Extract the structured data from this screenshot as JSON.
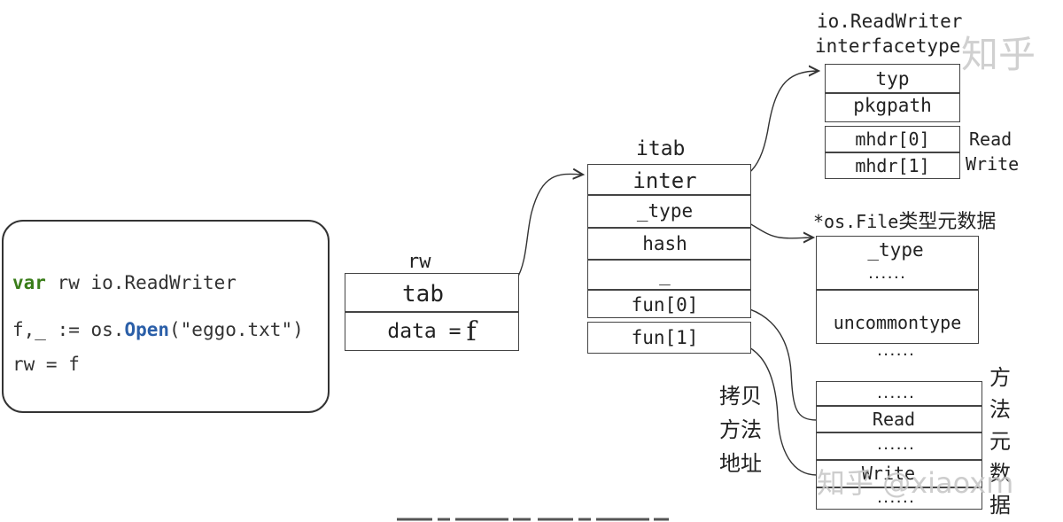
{
  "code": {
    "line1_kw": "var",
    "line1_rest": " rw io.ReadWriter",
    "line2_pre": "f,_ := os.",
    "line2_fn": "Open",
    "line2_post": "(\"eggo.txt\")",
    "line3": "rw = f"
  },
  "rw": {
    "title": "rw",
    "tab": "tab",
    "data_label": "data =",
    "data_value": "f"
  },
  "itab": {
    "title": "itab",
    "fields": [
      "inter",
      "_type",
      "hash",
      "_",
      "fun[0]",
      "fun[1]"
    ]
  },
  "iface_type": {
    "title_line1": "io.ReadWriter",
    "title_line2": "interfacetype",
    "fields": [
      "typ",
      "pkgpath",
      "mhdr[0]",
      "mhdr[1]"
    ],
    "method_names": [
      "Read",
      "Write"
    ]
  },
  "os_file": {
    "title_prefix": "*os.File",
    "title_cn": "类型元数据",
    "fields": [
      "_type",
      "......",
      "uncommontype"
    ],
    "after": "......"
  },
  "methods": {
    "fields": [
      "......",
      "Read",
      "......",
      "Write",
      "......"
    ],
    "side_label": [
      "方",
      "法",
      "元",
      "数",
      "据"
    ]
  },
  "copy_label": [
    "拷贝",
    "方法",
    "地址"
  ],
  "watermarks": {
    "top": "知乎",
    "bottom": "知乎 @xiaoxm"
  }
}
